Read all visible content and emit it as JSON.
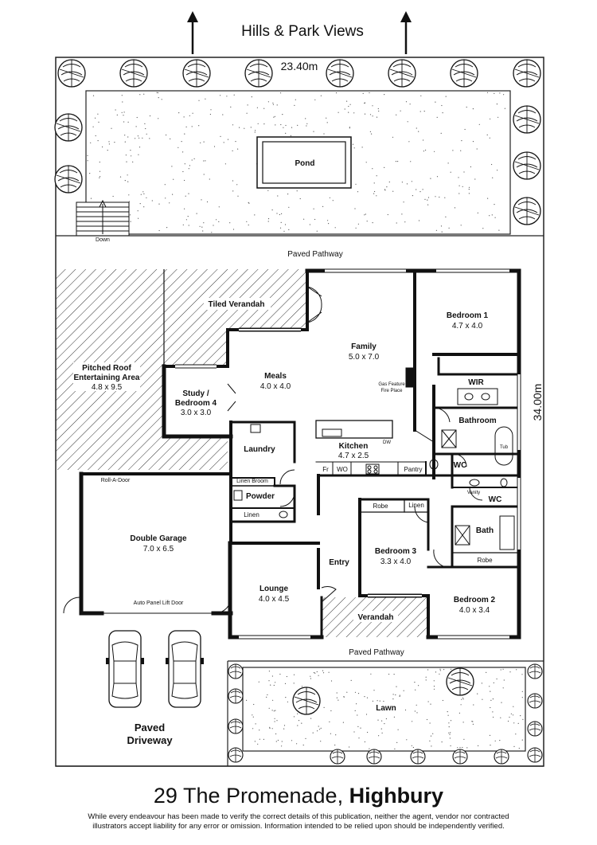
{
  "header": {
    "view_label": "Hills & Park Views"
  },
  "dimensions": {
    "width": "23.40m",
    "depth": "34.00m"
  },
  "outdoor": {
    "pond": "Pond",
    "stairs": "Down",
    "rear_path": "Paved Pathway",
    "front_path": "Paved Pathway",
    "lawn": "Lawn",
    "driveway_line1": "Paved",
    "driveway_line2": "Driveway"
  },
  "rooms": {
    "tiled_verandah": "Tiled Verandah",
    "entertaining_name1": "Pitched Roof",
    "entertaining_name2": "Entertaining Area",
    "entertaining_size": "4.8 x 9.5",
    "family_name": "Family",
    "family_size": "5.0 x 7.0",
    "bed1_name": "Bedroom 1",
    "bed1_size": "4.7 x 4.0",
    "meals_name": "Meals",
    "meals_size": "4.0 x 4.0",
    "study_name1": "Study /",
    "study_name2": "Bedroom 4",
    "study_size": "3.0 x 3.0",
    "fireplace1": "Gas Feature",
    "fireplace2": "Fire Place",
    "wir": "WIR",
    "bathroom": "Bathroom",
    "tub": "Tub",
    "kitchen_name": "Kitchen",
    "kitchen_size": "4.7 x 2.5",
    "dw": "DW",
    "laundry": "Laundry",
    "fr": "Fr",
    "wo": "WO",
    "pantry": "Pantry",
    "wc1": "WC",
    "roll_door": "Roll-A-Door",
    "linen_broom": "Linen Broom",
    "powder": "Powder",
    "vanity": "Vanity",
    "wc2": "WC",
    "linen1": "Linen",
    "robe1": "Robe",
    "linen2": "Linen",
    "garage_name": "Double Garage",
    "garage_size": "7.0 x 6.5",
    "bed3_name": "Bedroom 3",
    "bed3_size": "3.3 x 4.0",
    "bath": "Bath",
    "robe2": "Robe",
    "entry": "Entry",
    "auto_door": "Auto Panel Lift Door",
    "lounge_name": "Lounge",
    "lounge_size": "4.0 x 4.5",
    "bed2_name": "Bedroom 2",
    "bed2_size": "4.0 x 3.4",
    "verandah": "Verandah"
  },
  "footer": {
    "street": "29 The Promenade, ",
    "suburb": "Highbury",
    "disclaimer_line1": "While every endeavour has been made to verify the correct details of this publication, neither the agent, vendor nor contracted",
    "disclaimer_line2": "illustrators accept liability for any error or omission. Information intended to be relied upon should be independently verified."
  }
}
